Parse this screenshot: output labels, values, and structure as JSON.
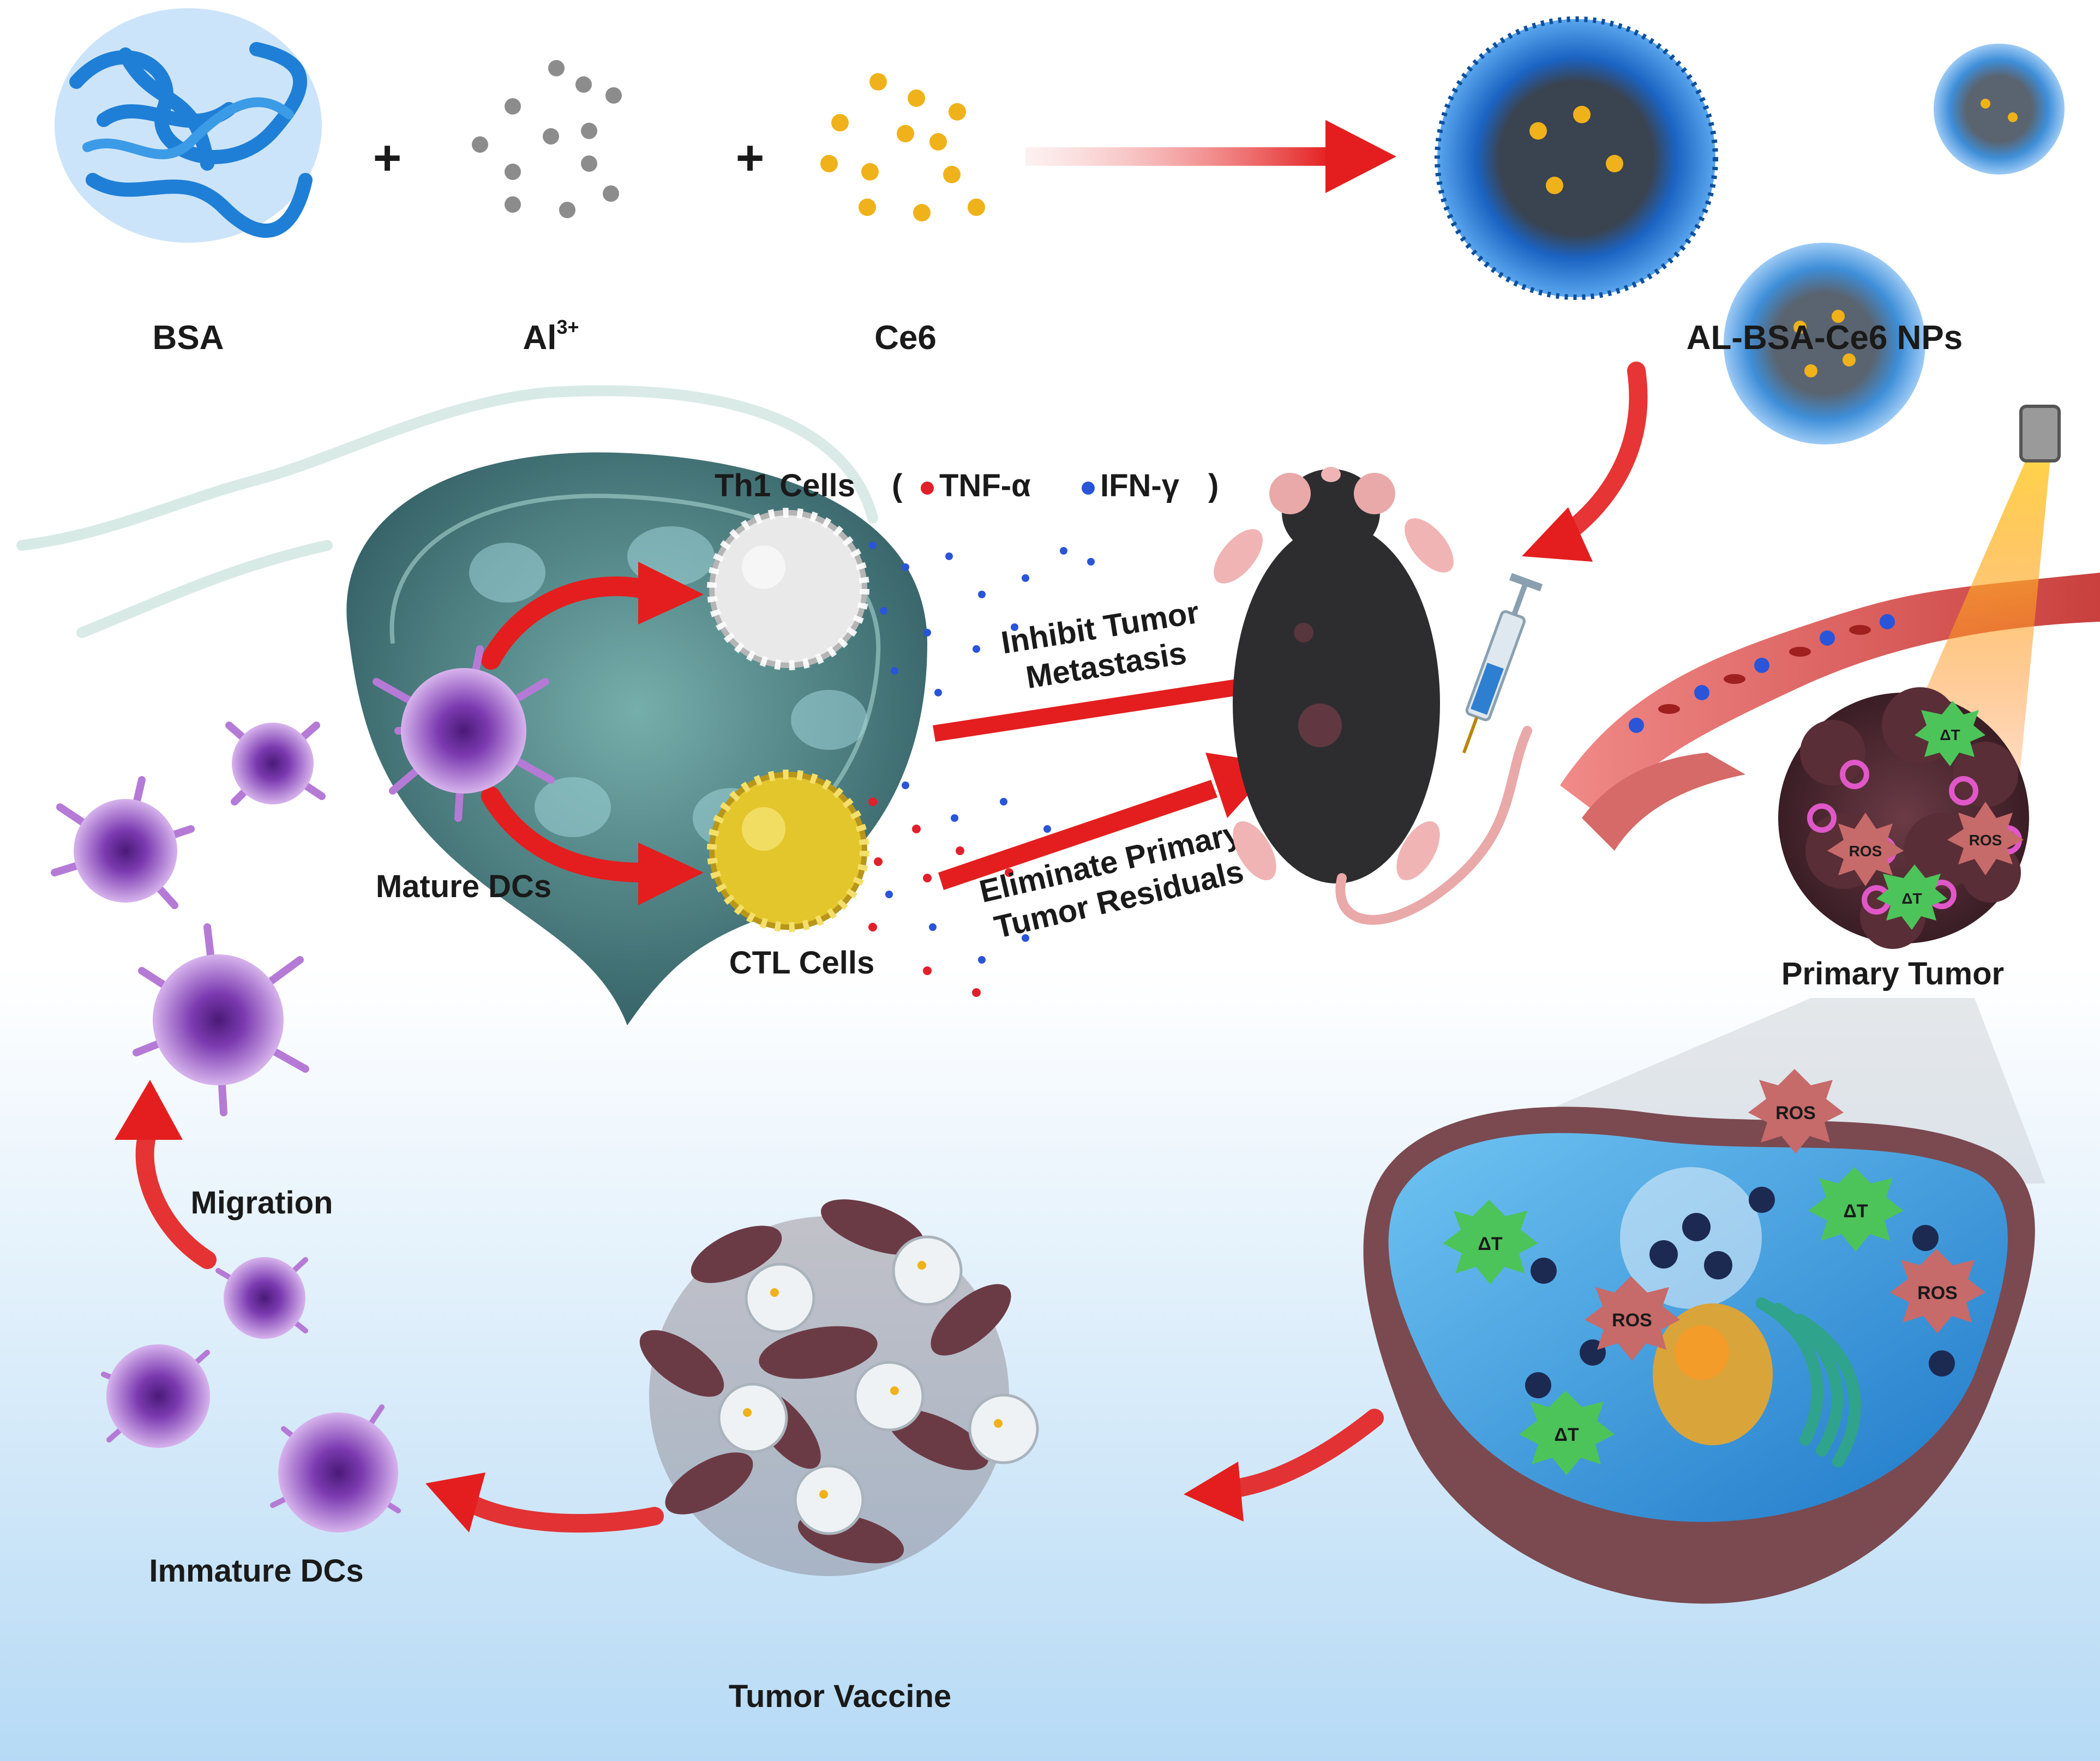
{
  "reagents": {
    "bsa": "BSA",
    "al_base": "Al",
    "al_charge": "3+",
    "ce6": "Ce6",
    "plus": "+",
    "product": "AL-BSA-Ce6 NPs"
  },
  "lymph_node": {
    "th1_title": "Th1 Cells",
    "open_paren": "(",
    "tnf": "TNF-α",
    "ifn": "IFN-γ",
    "close_paren": ")",
    "mature_dcs": "Mature DCs",
    "ctl_cells": "CTL Cells"
  },
  "effects": {
    "inhibit_line1": "Inhibit Tumor",
    "inhibit_line2": "Metastasis",
    "eliminate_line1": "Eliminate Primary",
    "eliminate_line2": "Tumor Residuals"
  },
  "tumor": {
    "primary_tumor": "Primary Tumor",
    "ros": "ROS",
    "delta_t": "ΔT"
  },
  "cycle": {
    "tumor_vaccine": "Tumor Vaccine",
    "immature_dcs": "Immature DCs",
    "migration": "Migration"
  },
  "colors": {
    "arrow_red": "#e41e1e",
    "bsa_blue": "#1f7fd6",
    "al_grey": "#8c8c8c",
    "ce6_gold": "#f0b21a",
    "dc_purple": "#b57ad6",
    "tnf_red": "#e0202a",
    "ifn_blue": "#2a55d8"
  }
}
